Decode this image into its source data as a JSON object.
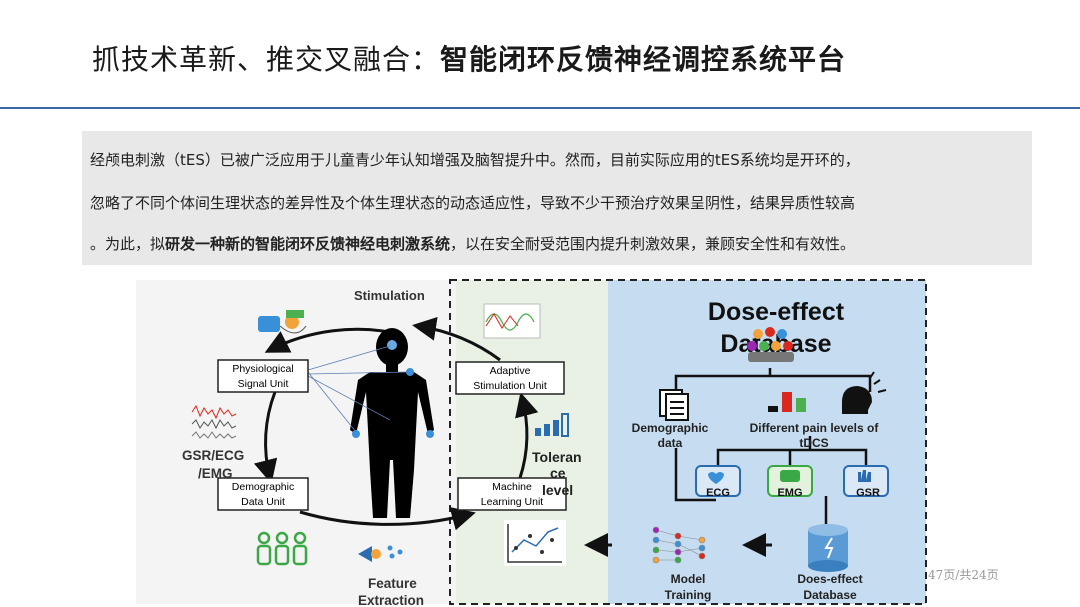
{
  "title": {
    "part1": "抓技术革新、推交叉融合：",
    "part2": "智能闭环反馈神经调控系统平台"
  },
  "paragraph": {
    "line1": "经颅电刺激（tES）已被广泛应用于儿童青少年认知增强及脑智提升中。然而，目前实际应用的tES系统均是开环的，",
    "line2": "忽略了不同个体间生理状态的差异性及个体生理状态的动态适应性，导致不少干预治疗效果呈阴性，结果异质性较高",
    "line3_pre": "。为此，拟",
    "line3_bold": "研发一种新的智能闭环反馈神经电刺激系统",
    "line3_post": "，以在安全耐受范围内提升刺激效果，兼顾安全性和有效性。"
  },
  "diagram": {
    "stimulation": "Stimulation",
    "physio_l1": "Physiological",
    "physio_l2": "Signal Unit",
    "demo_l1": "Demographic",
    "demo_l2": "Data Unit",
    "adaptive_l1": "Adaptive",
    "adaptive_l2": "Stimulation Unit",
    "ml_l1": "Machine",
    "ml_l2": "Learning Unit",
    "gsr_l1": "GSR/ECG",
    "gsr_l2": "/EMG",
    "tol_l1": "Toleran",
    "tol_l2": "ce",
    "tol_l3": "level",
    "feat_l1": "Feature",
    "feat_l2": "Extraction",
    "db_title_l1": "Dose-effect",
    "db_title_l2": "Database",
    "demodata_l1": "Demographic",
    "demodata_l2": "data",
    "pain_l1": "Different pain levels of",
    "pain_l2": "tDCS",
    "ecg": "ECG",
    "emg": "EMG",
    "gsr": "GSR",
    "model_l1": "Model",
    "model_l2": "Training",
    "doeseffect_l1": "Does-effect",
    "doeseffect_l2": "Database"
  },
  "page_number": "47页/共24页",
  "colors": {
    "accent": "#3a67a6",
    "db_panel": "#c5dcf0",
    "green_panel": "#e8f0e4",
    "icon_blue": "#2b6cb0",
    "icon_green": "#3aa845",
    "bar_red": "#d9281d"
  }
}
